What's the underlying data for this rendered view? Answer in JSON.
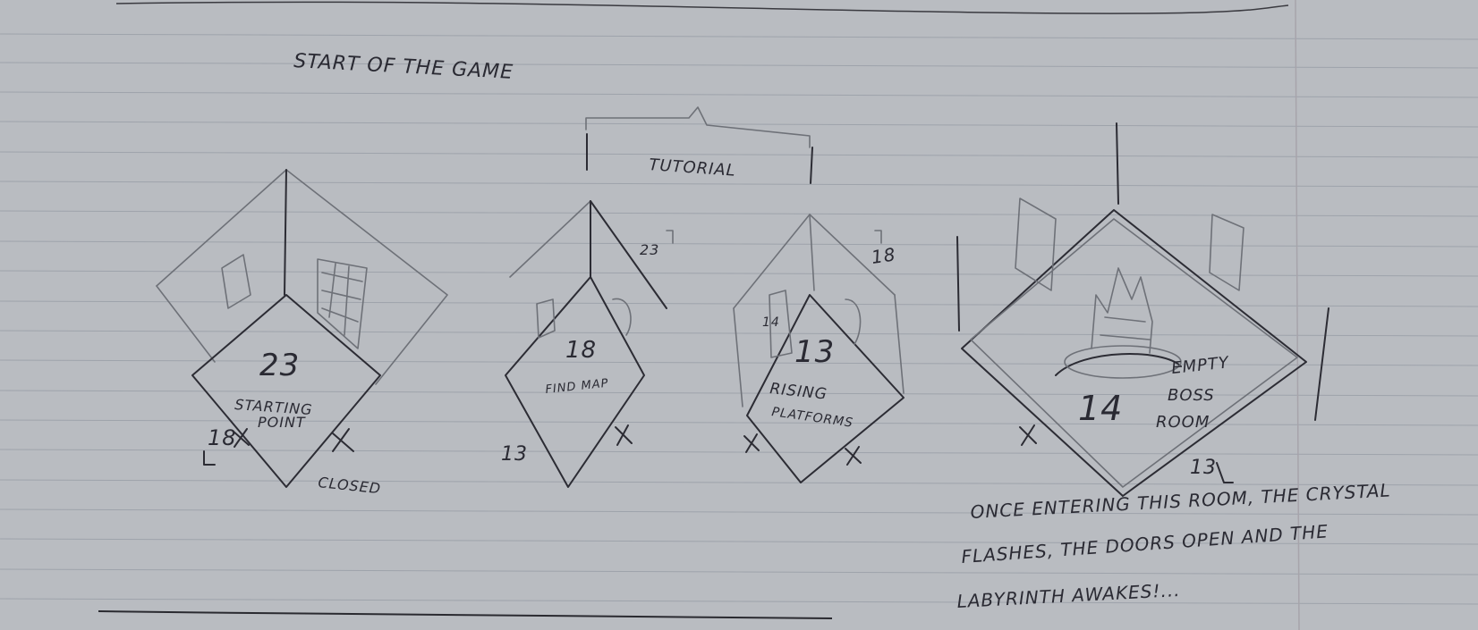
{
  "header": {
    "title": "START OF THE GAME"
  },
  "tutorial": {
    "label": "TUTORIAL"
  },
  "rooms": [
    {
      "number": "23",
      "label_line1": "STARTING",
      "label_line2": "POINT",
      "exits": [
        "18",
        "CLOSED"
      ]
    },
    {
      "number": "18",
      "label_line1": "FIND MAP",
      "exits": [
        "23",
        "13"
      ]
    },
    {
      "number": "13",
      "label_line1": "RISING",
      "label_line2": "PLATFORMS",
      "exits": [
        "18",
        "14"
      ]
    },
    {
      "number": "14",
      "label_line1": "EMPTY",
      "label_line2": "BOSS",
      "label_line3": "ROOM",
      "exits": [
        "13"
      ]
    }
  ],
  "note": {
    "line1": "ONCE ENTERING THIS ROOM, THE CRYSTAL",
    "line2": "FLASHES, THE DOORS OPEN AND THE",
    "line3": "LABYRINTH AWAKES!..."
  }
}
